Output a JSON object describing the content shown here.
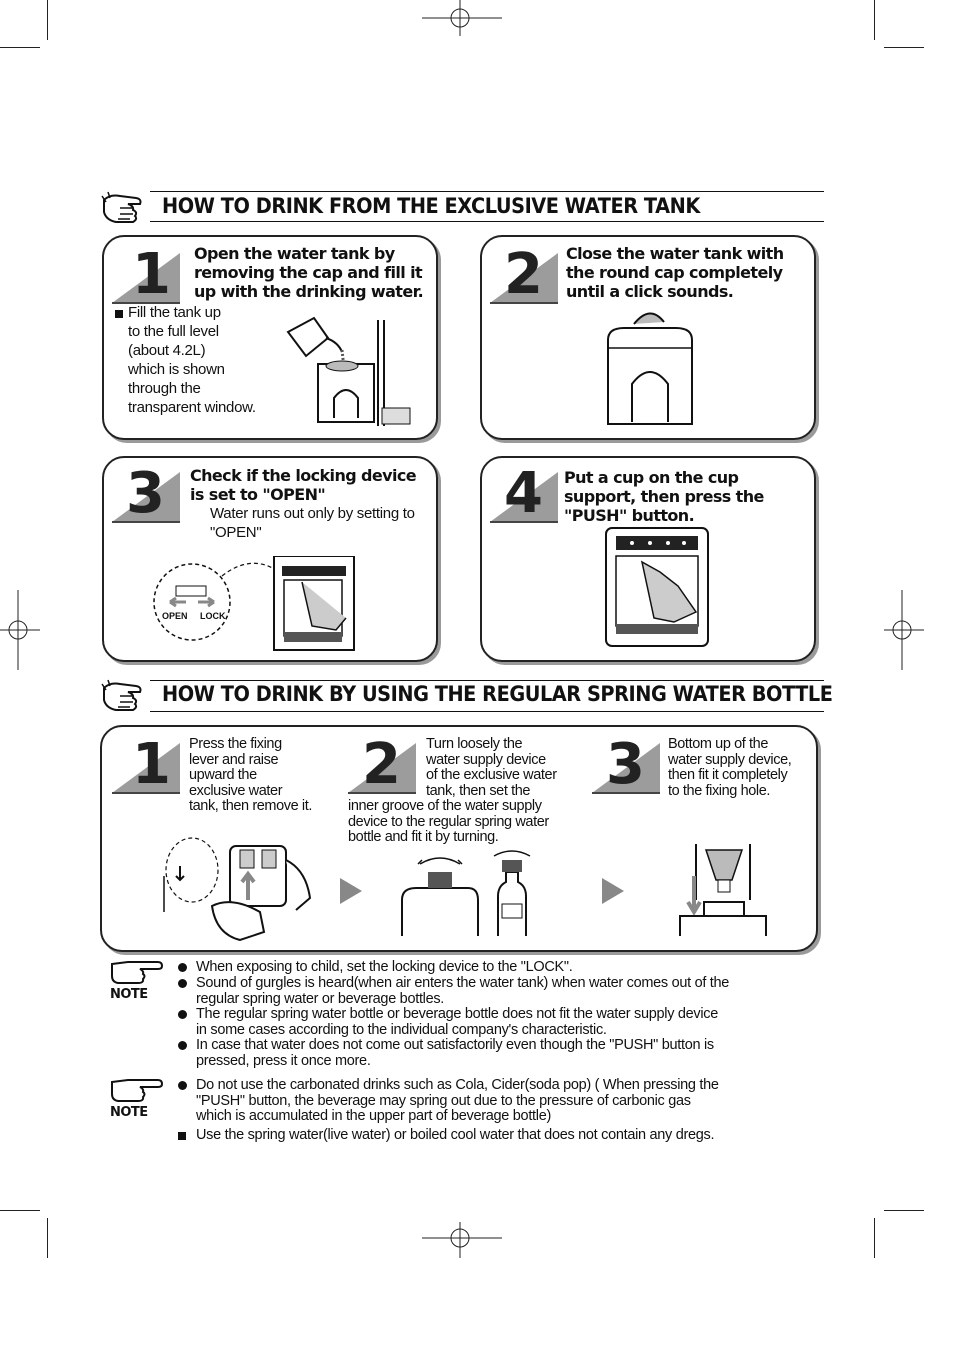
{
  "section1": {
    "title": "HOW TO DRINK FROM THE EXCLUSIVE WATER TANK",
    "steps": [
      {
        "number": "1",
        "heading": "Open the water tank by removing the cap and fill it up with the drinking water.",
        "body_lines": [
          "Fill the tank up",
          "to the full level",
          "(about 4.2L)",
          "which is shown",
          "through the",
          "transparent window."
        ]
      },
      {
        "number": "2",
        "heading": "Close the water tank with the round cap completely until a click sounds."
      },
      {
        "number": "3",
        "heading": "Check if the locking device is set to \"OPEN\"",
        "body": "Water runs out only by setting to \"OPEN\"",
        "lock_labels": {
          "open": "OPEN",
          "lock": "LOCK"
        }
      },
      {
        "number": "4",
        "heading": "Put a cup on the cup support, then press the \"PUSH\" button."
      }
    ]
  },
  "section2": {
    "title": "HOW TO DRINK BY USING THE REGULAR SPRING WATER BOTTLE",
    "steps": [
      {
        "number": "1",
        "body_lines": [
          "Press the fixing",
          "lever and raise",
          "upward the",
          "exclusive water",
          "tank, then remove it."
        ]
      },
      {
        "number": "2",
        "body_lines": [
          "Turn loosely the",
          "water supply device",
          "of the exclusive water",
          "tank, then set the",
          "inner groove of the water supply",
          "device to the regular spring water",
          "bottle and fit it by turning."
        ]
      },
      {
        "number": "3",
        "body_lines": [
          "Bottom up of the",
          "water supply device,",
          "then fit it completely",
          "to the fixing hole."
        ]
      }
    ]
  },
  "notes": [
    {
      "label": "NOTE",
      "items": [
        [
          "When exposing to child, set the locking device to the \"LOCK\"."
        ],
        [
          "Sound of gurgles is heard(when air enters the water tank) when water comes out of the",
          "regular spring water or beverage bottles."
        ],
        [
          "The regular spring water bottle or beverage bottle does not fit the water supply device",
          "in some cases according to the individual company's characteristic."
        ],
        [
          "In case that water does not come out satisfactorily even though the \"PUSH\" button is",
          "pressed, press it once more."
        ]
      ]
    },
    {
      "label": "NOTE",
      "items": [
        [
          "Do not use the carbonated drinks such as Cola, Cider(soda pop) ( When pressing  the",
          "\"PUSH\" button, the beverage  may spring out due to the pressure of carbonic gas",
          "which is accumulated in the upper part of beverage bottle)"
        ],
        [
          "Use the spring water(live water) or boiled cool water that does not contain any dregs."
        ]
      ]
    }
  ],
  "icons": [
    "hand-icon",
    "pointing-hand-icon",
    "arrow-right-icon",
    "registration-mark-icon"
  ]
}
